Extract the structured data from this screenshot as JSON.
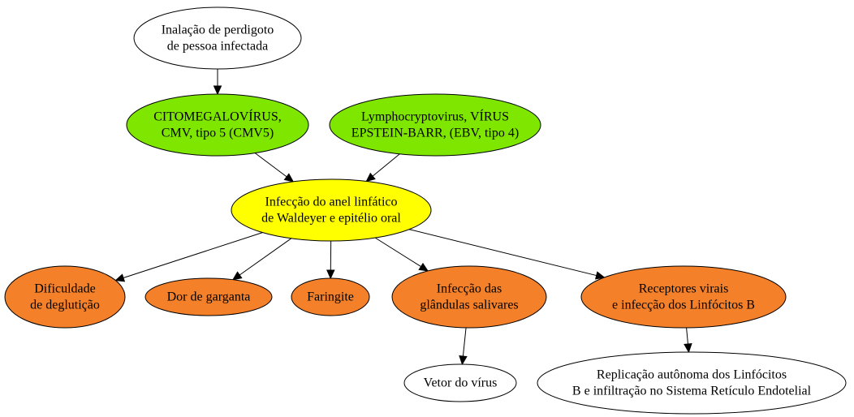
{
  "colors": {
    "white": "#ffffff",
    "green": "#7fe600",
    "yellow": "#ffff00",
    "orange": "#f5802a",
    "outline": "#000000"
  },
  "nodes": {
    "inhalation": {
      "lines": [
        "Inalação de perdigoto",
        "de pessoa infectada"
      ],
      "fill": "white"
    },
    "cmv": {
      "lines": [
        "CITOMEGALOVÍRUS,",
        "CMV, tipo 5 (CMV5)"
      ],
      "fill": "green"
    },
    "ebv": {
      "lines": [
        "Lymphocryptovirus, VÍRUS",
        "EPSTEIN-BARR, (EBV, tipo 4)"
      ],
      "fill": "green"
    },
    "waldeyer": {
      "lines": [
        "Infecção do anel linfático",
        "de Waldeyer e epitélio oral"
      ],
      "fill": "yellow"
    },
    "deglutition": {
      "lines": [
        "Dificuldade",
        "de deglutição"
      ],
      "fill": "orange"
    },
    "throat": {
      "lines": [
        "Dor de garganta"
      ],
      "fill": "orange"
    },
    "pharyngitis": {
      "lines": [
        "Faringite"
      ],
      "fill": "orange"
    },
    "salivary": {
      "lines": [
        "Infecção das",
        "glândulas salivares"
      ],
      "fill": "orange"
    },
    "receptors": {
      "lines": [
        "Receptores virais",
        "e infecção dos Linfócitos B"
      ],
      "fill": "orange"
    },
    "vector": {
      "lines": [
        "Vetor do vírus"
      ],
      "fill": "white"
    },
    "replication": {
      "lines": [
        "Replicação autônoma dos Linfócitos",
        "B e infiltração no Sistema Retículo Endotelial"
      ],
      "fill": "white"
    }
  },
  "edges": [
    [
      "inhalation",
      "cmv"
    ],
    [
      "cmv",
      "waldeyer"
    ],
    [
      "ebv",
      "waldeyer"
    ],
    [
      "waldeyer",
      "deglutition"
    ],
    [
      "waldeyer",
      "throat"
    ],
    [
      "waldeyer",
      "pharyngitis"
    ],
    [
      "waldeyer",
      "salivary"
    ],
    [
      "waldeyer",
      "receptors"
    ],
    [
      "salivary",
      "vector"
    ],
    [
      "receptors",
      "replication"
    ]
  ]
}
